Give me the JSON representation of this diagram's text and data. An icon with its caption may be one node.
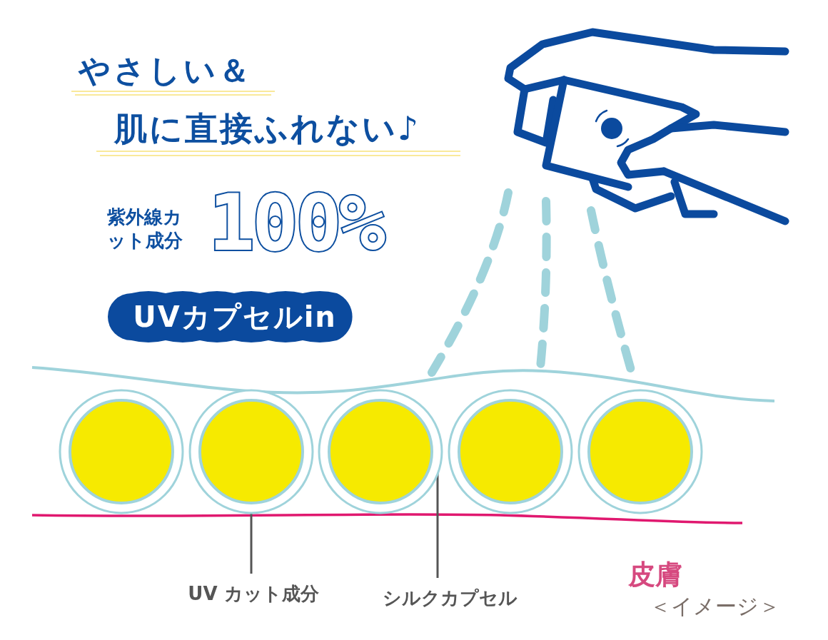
{
  "diagram": {
    "nodes": [
      {
        "text": [
          "UVカプセルin"
        ]
      },
      {
        "text": [],
        "shape": "circle"
      },
      {
        "text": [],
        "shape": "circle"
      },
      {
        "text": [],
        "shape": "circle"
      },
      {
        "text": [],
        "shape": "circle"
      },
      {
        "text": [],
        "shape": "circle"
      },
      {
        "text": [
          "UV カット成分"
        ]
      },
      {
        "text": [
          "シルクカプセル"
        ]
      }
    ],
    "edges": [
      {
        "from": 6,
        "to": 2,
        "arrow": "none"
      },
      {
        "from": 7,
        "to": 3,
        "arrow": "none"
      }
    ],
    "labels": [
      "やさしい＆",
      "肌に直接ふれない♪",
      "紫外線カット成分",
      "100%",
      "皮膚",
      "＜イメージ＞"
    ]
  }
}
